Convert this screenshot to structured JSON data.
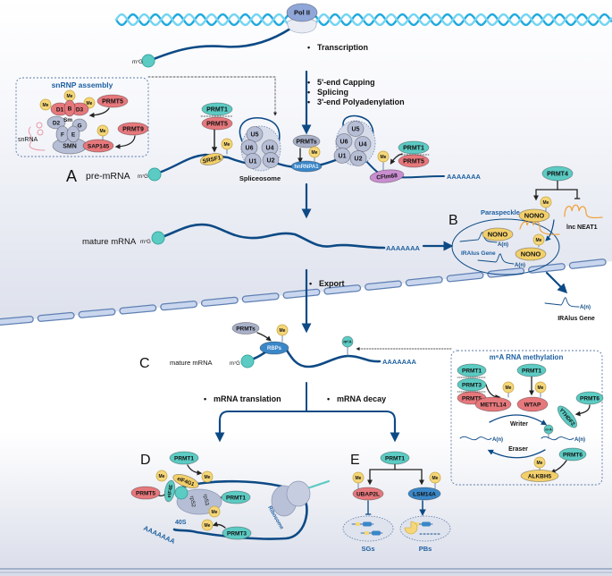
{
  "colors": {
    "navy": "#0d4a85",
    "teal": "#5ccbc3",
    "red": "#e6787c",
    "grey_protein": "#b6bed6",
    "me_yellow": "#f5d77a",
    "rbp_blue": "#3a87c8",
    "purple": "#c98ed0",
    "dna_dark": "#1fa9de",
    "dna_light": "#74d4f2",
    "lnc_orange": "#f0a440"
  },
  "top": {
    "pol2": "Pol II",
    "cap": "m⁷G"
  },
  "steps": {
    "transcription": "Transcription",
    "capping": "5'-end Capping",
    "splicing": "Splicing",
    "polya": "3'-end Polyadenylation",
    "export": "Export",
    "translation": "mRNA translation",
    "decay": "mRNA decay",
    "bullet": "•"
  },
  "snrnp": {
    "title": "snRNP assembly",
    "me": "Me",
    "d1": "D1",
    "b": "B",
    "d3": "D3",
    "d2": "D2",
    "sm": "Sm",
    "g": "G",
    "f": "F",
    "e": "E",
    "smn": "SMN",
    "sap145": "SAP145",
    "prmt5": "PRMT5",
    "prmt9": "PRMT9",
    "snrna": "snRNA"
  },
  "a": {
    "panel": "A",
    "label": "pre-mRNA",
    "cap": "m⁷G",
    "prmt1": "PRMT1",
    "prmt5": "PRMT5",
    "me": "Me",
    "srsf1": "SRSF1",
    "u5": "U5",
    "u6": "U6",
    "u4": "U4",
    "u1": "U1",
    "u2": "U2",
    "spliceosome": "Spliceosome",
    "prmts": "PRMTs",
    "hnrnpa1": "hnRNPA1",
    "cfim68": "CFIm68",
    "polya": "AAAAAAA"
  },
  "mature": {
    "label": "mature mRNA",
    "cap": "m⁷G",
    "polya": "AAAAAAA"
  },
  "b": {
    "panel": "B",
    "paraspeckle": "Paraspeckle",
    "nono": "NONO",
    "me": "Me",
    "iralus": "IRAlus Gene",
    "an": "A(n)",
    "prmt4": "PRMT4",
    "neat1": "lnc NEAT1",
    "iralus_out": "IRAlus Gene"
  },
  "c": {
    "panel": "C",
    "label": "mature mRNA",
    "cap": "m⁷G",
    "prmts": "PRMTs",
    "me": "Me",
    "rbps": "RBPs",
    "m6a": "m⁶A",
    "polya": "AAAAAAA"
  },
  "m6a_box": {
    "title": "m⁶A RNA methylation",
    "prmt1": "PRMT1",
    "prmt3": "PRMT3",
    "prmt5": "PRMT5",
    "mettl14": "METTL14",
    "wtap": "WTAP",
    "me": "Me",
    "prmt6": "PRMT6",
    "ythdf2": "YTHDF2",
    "m6a": "m⁶A",
    "writer": "Writer",
    "eraser": "Eraser",
    "an": "A(n)",
    "alkbh5": "ALKBH5"
  },
  "d": {
    "panel": "D",
    "prmt1": "PRMT1",
    "me": "Me",
    "eif4g1": "eIF4G1",
    "eif4e": "eIF4E",
    "prmt5": "PRMT5",
    "rps2": "rpS2",
    "rps3": "rpS3",
    "s40": "40S",
    "prmt3": "PRMT3",
    "ribosome": "Ribosome",
    "polya": "AAAAAAA"
  },
  "e": {
    "panel": "E",
    "prmt1": "PRMT1",
    "me": "Me",
    "ubap2l": "UBAP2L",
    "lsm14a": "LSM14A",
    "sgs": "SGs",
    "pbs": "PBs"
  }
}
